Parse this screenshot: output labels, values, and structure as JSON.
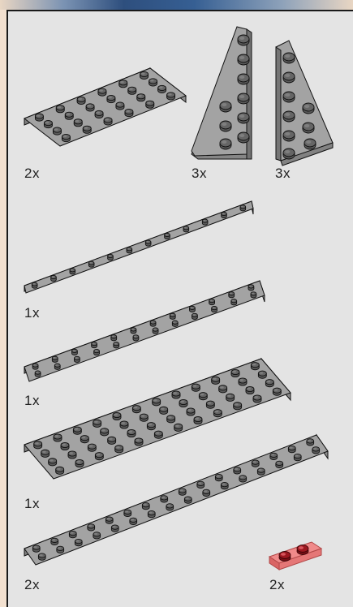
{
  "parts": [
    {
      "name": "plate-4x6",
      "quantity": "2x",
      "color": "#a3a3a3"
    },
    {
      "name": "wedge-plate-left",
      "quantity": "3x",
      "color": "#a3a3a3"
    },
    {
      "name": "wedge-plate-right",
      "quantity": "3x",
      "color": "#a3a3a3"
    },
    {
      "name": "plate-1x12",
      "quantity": "1x",
      "color": "#a3a3a3"
    },
    {
      "name": "plate-2x12",
      "quantity": "1x",
      "color": "#a3a3a3"
    },
    {
      "name": "plate-4x12",
      "quantity": "1x",
      "color": "#a3a3a3"
    },
    {
      "name": "plate-2x16",
      "quantity": "2x",
      "color": "#a3a3a3"
    },
    {
      "name": "plate-1x2-trans-red",
      "quantity": "2x",
      "color": "#e06a6a"
    }
  ]
}
